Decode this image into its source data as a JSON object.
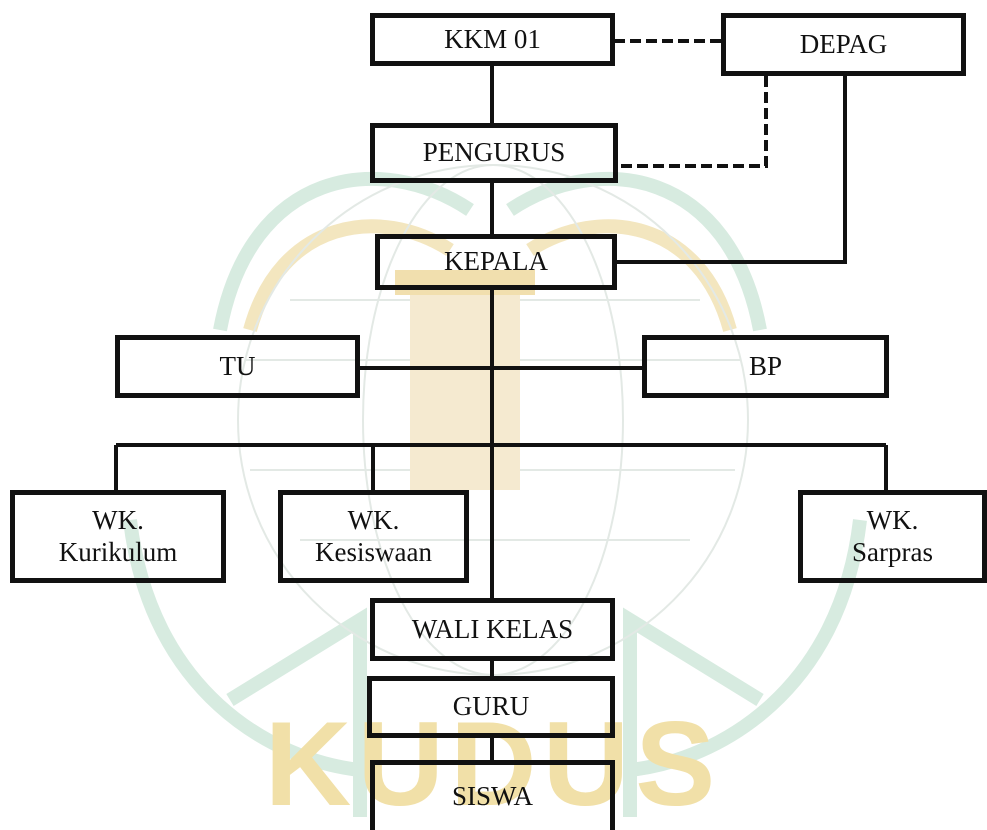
{
  "nodes": {
    "kkm": "KKM 01",
    "depag": "DEPAG",
    "pengurus": "PENGURUS",
    "kepala": "KEPALA",
    "tu": "TU",
    "bp": "BP",
    "wk_kurikulum": [
      "WK.",
      "Kurikulum"
    ],
    "wk_kesiswaan": [
      "WK.",
      "Kesiswaan"
    ],
    "wk_sarpras": [
      "WK.",
      "Sarpras"
    ],
    "wali_kelas": "WALI KELAS",
    "guru": "GURU",
    "siswa": "SISWA"
  },
  "watermark": {
    "text": "KUDUS",
    "colors": {
      "green": "#cfe6d9",
      "gold": "#f3e2ae"
    }
  }
}
